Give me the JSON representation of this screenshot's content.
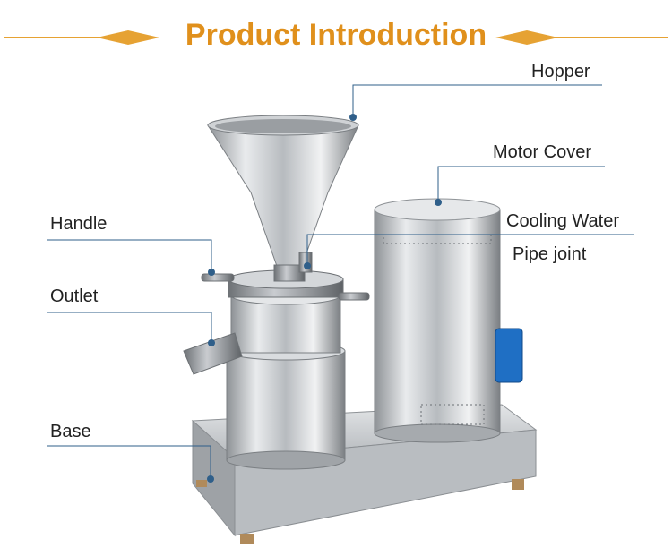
{
  "header": {
    "title": "Product Introduction"
  },
  "labels": {
    "hopper": "Hopper",
    "motor_cover": "Motor Cover",
    "cooling_water": "Cooling Water",
    "pipe_joint": "Pipe joint",
    "handle": "Handle",
    "outlet": "Outlet",
    "base": "Base"
  },
  "colors": {
    "accent": "#e0901c",
    "leader_line": "#2f5f8a",
    "steel": "#c8cbcf"
  }
}
